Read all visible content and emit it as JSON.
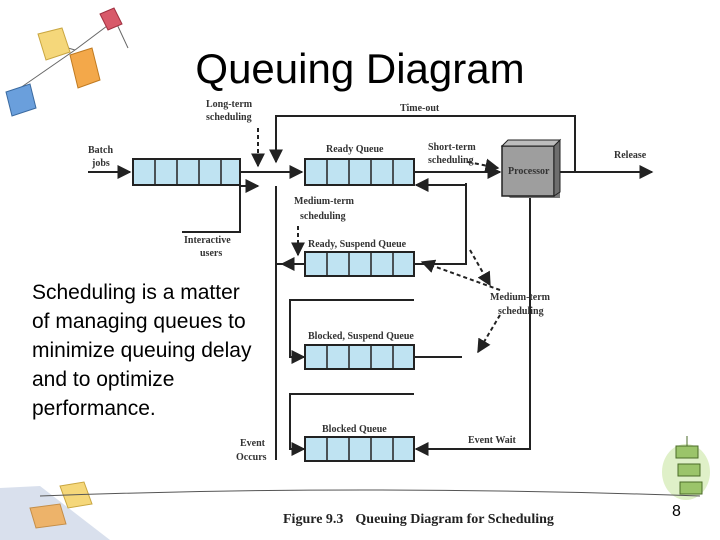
{
  "slide": {
    "title": "Queuing Diagram",
    "body": "Scheduling is a matter of managing queues to minimize queuing delay and to optimize performance.",
    "page_number": "8",
    "caption_figure": "Figure 9.3",
    "caption_text": "Queuing Diagram for Scheduling"
  },
  "diagram": {
    "labels": {
      "long_term_1": "Long-term",
      "long_term_2": "scheduling",
      "time_out": "Time-out",
      "batch_1": "Batch",
      "batch_2": "jobs",
      "ready_queue": "Ready Queue",
      "short_term_1": "Short-term",
      "short_term_2": "scheduling",
      "processor": "Processor",
      "release": "Release",
      "medium_term_top_1": "Medium-term",
      "medium_term_top_2": "scheduling",
      "interactive_1": "Interactive",
      "interactive_2": "users",
      "ready_suspend_queue": "Ready, Suspend Queue",
      "medium_term_right_1": "Medium-term",
      "medium_term_right_2": "scheduling",
      "blocked_suspend_queue": "Blocked, Suspend Queue",
      "blocked_queue": "Blocked Queue",
      "event_wait": "Event Wait",
      "event_occurs_1": "Event",
      "event_occurs_2": "Occurs"
    },
    "colors": {
      "queue_fill": "#bfe3f2",
      "processor_fill": "#9e9e9e",
      "line": "#222222"
    }
  }
}
